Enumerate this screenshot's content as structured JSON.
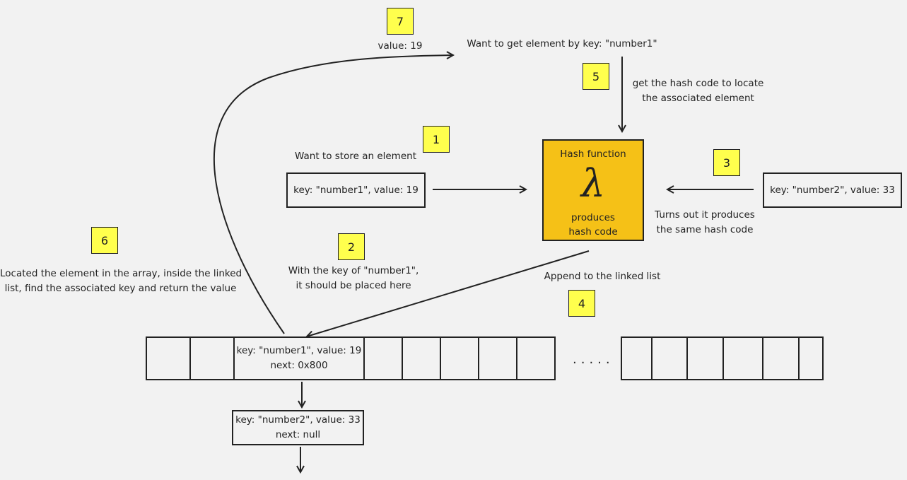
{
  "badges": [
    "1",
    "2",
    "3",
    "4",
    "5",
    "6",
    "7"
  ],
  "texts": {
    "value_result": "value: 19",
    "want_get": "Want to get element by key: \"number1\"",
    "hash_lookup_1": "get the hash code to locate",
    "hash_lookup_2": "the associated element",
    "want_store": "Want to store an element",
    "same_hash_1": "Turns out it produces",
    "same_hash_2": "the same hash code",
    "placed_1": "With the key of \"number1\",",
    "placed_2": "it should be placed here",
    "append": "Append to the linked list",
    "located_1": "Located the element in the array, inside the linked",
    "located_2": "list, find the associated key and return the value"
  },
  "hash_function": {
    "title": "Hash function",
    "symbol": "λ",
    "sub_1": "produces",
    "sub_2": "hash code"
  },
  "element_1": {
    "label": "key: \"number1\", value: 19"
  },
  "element_2": {
    "label": "key: \"number2\", value: 33"
  },
  "array_entry": {
    "line_1": "key: \"number1\", value: 19",
    "line_2": "next: 0x800"
  },
  "linked_node": {
    "line_1": "key: \"number2\", value: 33",
    "line_2": "next: null"
  },
  "ellipsis": "....."
}
